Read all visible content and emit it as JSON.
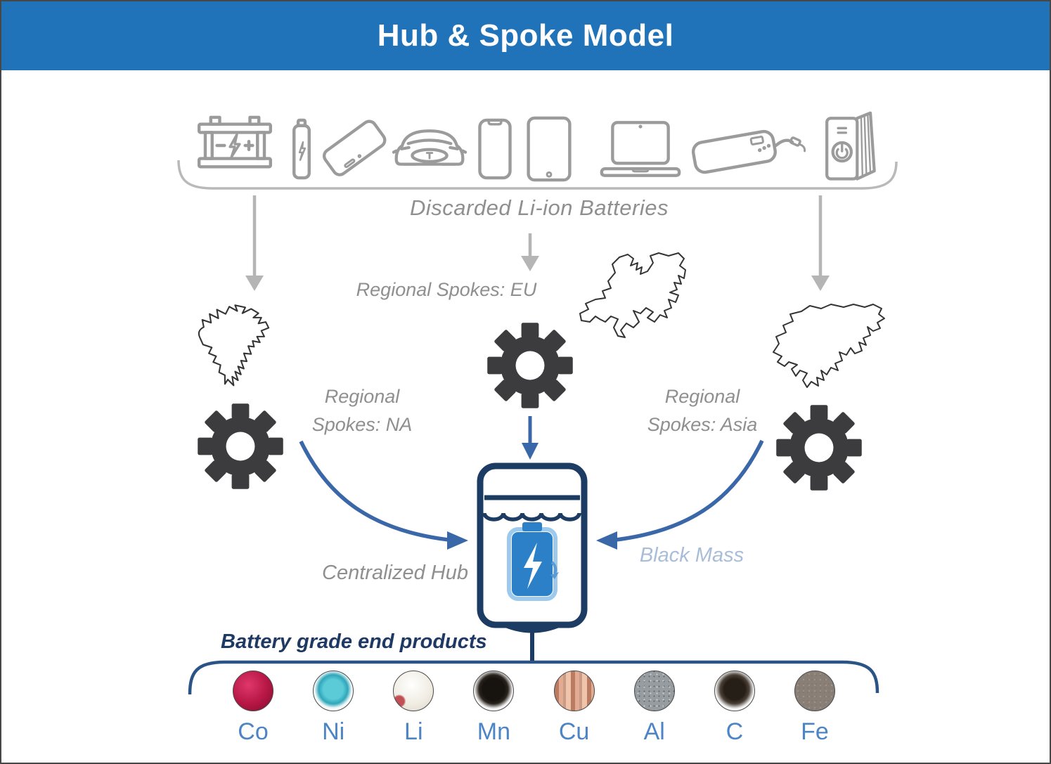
{
  "header": {
    "title": "Hub & Spoke Model",
    "bg_color": "#2173b9"
  },
  "devices": {
    "caption": "Discarded Li-ion Batteries",
    "icons": [
      "car-battery-icon",
      "cell-battery-icon",
      "power-bank-icon",
      "electric-car-icon",
      "smartphone-icon",
      "tablet-icon",
      "laptop-icon",
      "power-bank-cable-icon",
      "battery-pack-icon"
    ]
  },
  "spokes": {
    "eu": {
      "label": "Regional Spokes: EU",
      "map_icon": "europe-map",
      "gear_icon": "gear-icon"
    },
    "na": {
      "line1": "Regional",
      "line2": "Spokes: NA",
      "map_icon": "north-america-map",
      "gear_icon": "gear-icon"
    },
    "asia": {
      "line1": "Regional",
      "line2": "Spokes: Asia",
      "map_icon": "asia-map",
      "gear_icon": "gear-icon"
    }
  },
  "hub": {
    "label": "Centralized Hub",
    "black_mass_label": "Black Mass",
    "icon": "battery-recycle-icon"
  },
  "products": {
    "title": "Battery grade end products",
    "items": [
      {
        "symbol": "Co",
        "name": "cobalt",
        "color": "#b51644"
      },
      {
        "symbol": "Ni",
        "name": "nickel",
        "color": "#2fa6ba"
      },
      {
        "symbol": "Li",
        "name": "lithium",
        "color": "#f0ece2"
      },
      {
        "symbol": "Mn",
        "name": "manganese",
        "color": "#1d1813"
      },
      {
        "symbol": "Cu",
        "name": "copper",
        "color": "#d79a7d"
      },
      {
        "symbol": "Al",
        "name": "aluminium",
        "color": "#969c9f"
      },
      {
        "symbol": "C",
        "name": "carbon",
        "color": "#362e24"
      },
      {
        "symbol": "Fe",
        "name": "iron",
        "color": "#8a7f76"
      }
    ]
  },
  "colors": {
    "header_blue": "#2173b9",
    "icon_gray": "#9b9b9b",
    "bracket_gray": "#b9b9b9",
    "text_gray": "#8f8f8f",
    "gear_dark": "#3c3c3e",
    "hub_navy": "#1d3c63",
    "arrow_blue": "#3a67a8",
    "black_mass_text": "#a9bdd9",
    "products_navy": "#1e3a64",
    "element_label_blue": "#4d84c4",
    "battery_blue": "#2b80c8"
  }
}
